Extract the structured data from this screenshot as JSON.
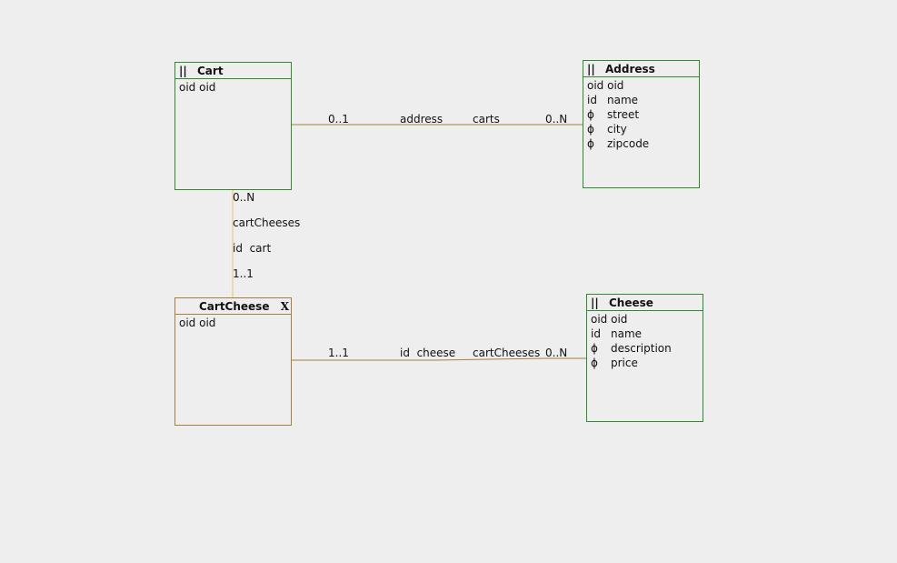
{
  "colors": {
    "background": "#eeeeee",
    "entity_border": "#2e8b2e",
    "association_entity_border": "#a57f3c",
    "link_line": "#a57f3c",
    "vertical_link_line": "#f0c070"
  },
  "entities": {
    "cart": {
      "marker": "||",
      "title": "Cart",
      "attributes": [
        {
          "prefix": "oid",
          "name": "oid"
        }
      ]
    },
    "address": {
      "marker": "||",
      "title": "Address",
      "attributes": [
        {
          "prefix": "oid",
          "name": "oid"
        },
        {
          "prefix": "id",
          "name": "name"
        },
        {
          "prefix": "ϕ",
          "name": "street"
        },
        {
          "prefix": "ϕ",
          "name": "city"
        },
        {
          "prefix": "ϕ",
          "name": "zipcode"
        }
      ]
    },
    "cartcheese": {
      "title": "CartCheese",
      "close_mark": "X",
      "attributes": [
        {
          "prefix": "oid",
          "name": "oid"
        }
      ]
    },
    "cheese": {
      "marker": "||",
      "title": "Cheese",
      "attributes": [
        {
          "prefix": "oid",
          "name": "oid"
        },
        {
          "prefix": "id",
          "name": "name"
        },
        {
          "prefix": "ϕ",
          "name": "description"
        },
        {
          "prefix": "ϕ",
          "name": "price"
        }
      ]
    }
  },
  "relations": {
    "cart_address": {
      "card_source": "0..1",
      "role_source": "address",
      "role_target": "carts",
      "card_target": "0..N"
    },
    "cart_cartcheese": {
      "card_source": "0..N",
      "role_source": "cartCheeses",
      "role_target": "id  cart",
      "card_target": "1..1"
    },
    "cartcheese_cheese": {
      "card_source": "1..1",
      "role_source": "id  cheese",
      "role_target": "cartCheeses",
      "card_target": "0..N"
    }
  }
}
